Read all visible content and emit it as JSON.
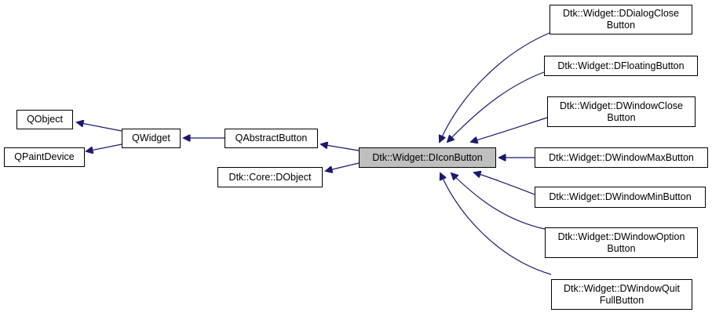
{
  "colors": {
    "edge": "#191970",
    "node_border": "#000000",
    "focus_fill": "#bfbfbf",
    "node_fill": "#ffffff"
  },
  "nodes": {
    "qobject": "QObject",
    "qpaintdevice": "QPaintDevice",
    "qwidget": "QWidget",
    "qabstractbutton": "QAbstractButton",
    "dobject": "Dtk::Core::DObject",
    "diconbutton": "Dtk::Widget::DIconButton",
    "ddialogclose": "Dtk::Widget::DDialogClose\nButton",
    "dfloating": "Dtk::Widget::DFloatingButton",
    "dwindowclose": "Dtk::Widget::DWindowClose\nButton",
    "dwindowmax": "Dtk::Widget::DWindowMaxButton",
    "dwindowmin": "Dtk::Widget::DWindowMinButton",
    "dwindowoption": "Dtk::Widget::DWindowOption\nButton",
    "dwindowquit": "Dtk::Widget::DWindowQuit\nFullButton"
  },
  "edges": [
    {
      "from": "qwidget",
      "to": "qobject"
    },
    {
      "from": "qwidget",
      "to": "qpaintdevice"
    },
    {
      "from": "qabstractbutton",
      "to": "qwidget"
    },
    {
      "from": "diconbutton",
      "to": "qabstractbutton"
    },
    {
      "from": "diconbutton",
      "to": "dobject"
    },
    {
      "from": "ddialogclose",
      "to": "diconbutton"
    },
    {
      "from": "dfloating",
      "to": "diconbutton"
    },
    {
      "from": "dwindowclose",
      "to": "diconbutton"
    },
    {
      "from": "dwindowmax",
      "to": "diconbutton"
    },
    {
      "from": "dwindowmin",
      "to": "diconbutton"
    },
    {
      "from": "dwindowoption",
      "to": "diconbutton"
    },
    {
      "from": "dwindowquit",
      "to": "diconbutton"
    }
  ]
}
